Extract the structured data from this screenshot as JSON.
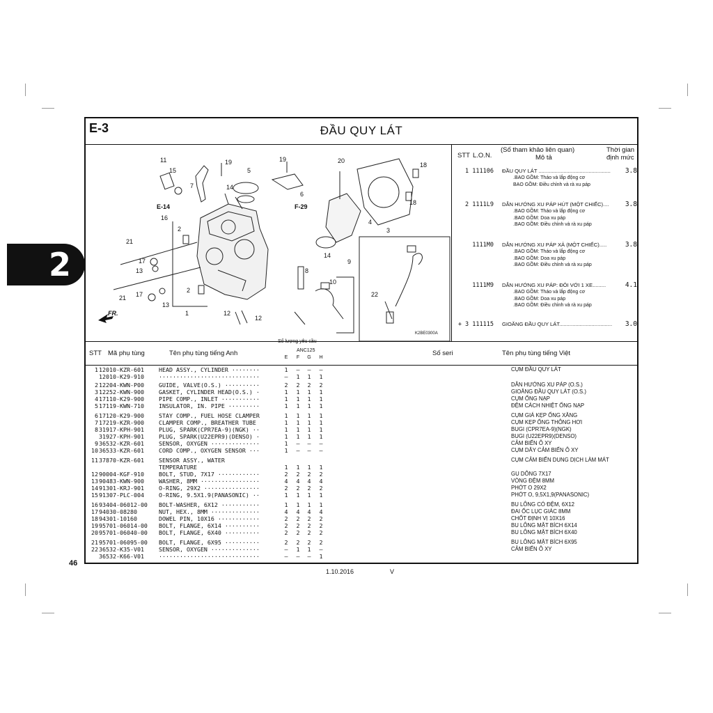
{
  "header": {
    "code": "E-3",
    "title": "ĐẦU QUY LÁT"
  },
  "page": {
    "number": "46",
    "side_tab": "2",
    "date": "1.10.2016",
    "version": "V"
  },
  "diagram": {
    "labels": [
      "1",
      "2",
      "3",
      "4",
      "5",
      "6",
      "7",
      "8",
      "9",
      "10",
      "11",
      "12",
      "13",
      "14",
      "15",
      "16",
      "17",
      "18",
      "19",
      "20",
      "21",
      "22"
    ],
    "refs": {
      "e14": "E-14",
      "f29": "F-29",
      "fr": "FR.",
      "code": "K2BE0300A"
    }
  },
  "reference": {
    "col_stt": "STT",
    "col_lon": "L.O.N.",
    "col_desc_1": "(Số tham khảo liên quan)",
    "col_desc_2": "Mô tả",
    "col_time_1": "Thời gian",
    "col_time_2": "định mức",
    "entries": [
      {
        "stt": "1 111106",
        "desc": "ĐẦU QUY LÁT .................................................",
        "time": "3.8",
        "subs": [
          ".BAO GỒM: Tháo và lắp động cơ",
          "BAO GỒM: Điều chỉnh và rà xu páp"
        ]
      },
      {
        "stt": "2 1111L9",
        "desc": "DẪN HƯỚNG XU PÁP HÚT (MỘT CHIẾC)....",
        "time": "3.8",
        "subs": [
          ".BAO GỒM: Tháo và lắp động cơ",
          ".BAO GỒM: Doa xu páp",
          ".BAO GỒM: Điều chỉnh và rà xu páp"
        ]
      },
      {
        "stt": "1111M0",
        "desc": "DẪN HƯỚNG XU PÁP XẢ (MỘT CHIẾC).....",
        "time": "3.8",
        "subs": [
          ".BAO GỒM: Tháo và lắp động cơ",
          ".BAO GỒM: Doa xu páp",
          ".BAO GỒM: Điều chỉnh và rà xu páp"
        ]
      },
      {
        "stt": "1111M9",
        "desc": "DẪN HƯỚNG XU PÁP: ĐÔI VỚI 1 XE.........",
        "time": "4.1",
        "subs": [
          ".BAO GỒM: Tháo và lắp động cơ",
          ".BAO GỒM: Doa xu páp",
          ".BAO GỒM: Điều chỉnh và rà xu páp"
        ]
      },
      {
        "stt": "+ 3 111115",
        "desc": "GIOĂNG ĐẦU QUY LÁT....................................",
        "time": "3.0",
        "subs": []
      }
    ]
  },
  "table": {
    "col_stt": "STT",
    "col_part": "Mã phụ tùng",
    "col_en": "Tên phụ tùng tiếng Anh",
    "qty_title": "Số lượng yêu cầu",
    "model": "ANC125",
    "qty_cols": [
      "E",
      "F",
      "G",
      "H"
    ],
    "col_serial": "Số seri",
    "col_vn": "Tên phụ tùng tiếng Việt",
    "rows": [
      {
        "stt": "1",
        "pn": "12010-KZR-601",
        "en": "HEAD ASSY., CYLINDER ········",
        "q": [
          "1",
          "–",
          "–",
          "–"
        ],
        "vn": "CỤM ĐẦU QUY LÁT"
      },
      {
        "stt": "",
        "pn": "12010-K29-910",
        "en": "·····························",
        "q": [
          "–",
          "1",
          "1",
          "1"
        ],
        "vn": ""
      },
      {
        "stt": "2",
        "pn": "12204-KWN-P00",
        "en": "GUIDE, VALVE(O.S.) ··········",
        "q": [
          "2",
          "2",
          "2",
          "2"
        ],
        "vn": "DẪN HƯỚNG XU PÁP (O.S.)"
      },
      {
        "stt": "3",
        "pn": "12252-KWN-900",
        "en": "GASKET, CYLINDER HEAD(O.S.) ·",
        "q": [
          "1",
          "1",
          "1",
          "1"
        ],
        "vn": "GIOĂNG ĐẦU QUY LÁT (O.S.)"
      },
      {
        "stt": "4",
        "pn": "17110-K29-900",
        "en": "PIPE COMP., INLET ···········",
        "q": [
          "1",
          "1",
          "1",
          "1"
        ],
        "vn": "CỤM ỐNG NẠP"
      },
      {
        "stt": "5",
        "pn": "17119-KWN-710",
        "en": "INSULATOR, IN. PIPE ·········",
        "q": [
          "1",
          "1",
          "1",
          "1"
        ],
        "vn": "ĐỆM CÁCH NHIỆT ỐNG NẠP"
      },
      {
        "stt": "6",
        "pn": "17120-K29-900",
        "en": "STAY COMP., FUEL HOSE CLAMPER",
        "q": [
          "1",
          "1",
          "1",
          "1"
        ],
        "vn": "CỤM GIÁ KẸP ỐNG XĂNG"
      },
      {
        "stt": "7",
        "pn": "17219-KZR-900",
        "en": "CLAMPER COMP., BREATHER TUBE",
        "q": [
          "1",
          "1",
          "1",
          "1"
        ],
        "vn": "CỤM KẸP ỐNG THÔNG HƠI"
      },
      {
        "stt": "8",
        "pn": "31917-KPH-901",
        "en": "PLUG, SPARK(CPR7EA-9)(NGK) ··",
        "q": [
          "1",
          "1",
          "1",
          "1"
        ],
        "vn": "BUGI (CPR7EA-9)(NGK)"
      },
      {
        "stt": "",
        "pn": "31927-KPH-901",
        "en": "PLUG, SPARK(U22EPR9)(DENSO) ·",
        "q": [
          "1",
          "1",
          "1",
          "1"
        ],
        "vn": "BUGI (U22EPR9)(DENSO)"
      },
      {
        "stt": "9",
        "pn": "36532-KZR-601",
        "en": "SENSOR, OXYGEN ··············",
        "q": [
          "1",
          "–",
          "–",
          "–"
        ],
        "vn": "CẢM BIẾN Ô XY"
      },
      {
        "stt": "10",
        "pn": "36533-KZR-601",
        "en": "CORD COMP., OXYGEN SENSOR ···",
        "q": [
          "1",
          "–",
          "–",
          "–"
        ],
        "vn": "CỤM DÂY CẢM BIẾN Ô XY"
      },
      {
        "stt": "11",
        "pn": "37870-KZR-601",
        "en": "SENSOR ASSY., WATER",
        "q": [
          "",
          "",
          "",
          ""
        ],
        "vn": "CỤM CẢM BIẾN DUNG DỊCH LÀM MÁT"
      },
      {
        "stt": "",
        "pn": "",
        "en": "                    TEMPERATURE",
        "q": [
          "1",
          "1",
          "1",
          "1"
        ],
        "vn": ""
      },
      {
        "stt": "12",
        "pn": "90004-KGF-910",
        "en": "BOLT, STUD, 7X17 ············",
        "q": [
          "2",
          "2",
          "2",
          "2"
        ],
        "vn": "GU DÔNG 7X17"
      },
      {
        "stt": "13",
        "pn": "90483-KWN-900",
        "en": "WASHER, 8MM ·················",
        "q": [
          "4",
          "4",
          "4",
          "4"
        ],
        "vn": "VÒNG ĐỆM 8MM"
      },
      {
        "stt": "14",
        "pn": "91301-KRJ-901",
        "en": "O-RING, 29X2 ················",
        "q": [
          "2",
          "2",
          "2",
          "2"
        ],
        "vn": "PHỚT O 29X2"
      },
      {
        "stt": "15",
        "pn": "91307-PLC-004",
        "en": "O-RING, 9.5X1.9(PANASONIC) ··",
        "q": [
          "1",
          "1",
          "1",
          "1"
        ],
        "vn": "PHỚT O, 9,5X1,9(PANASONIC)"
      },
      {
        "stt": "16",
        "pn": "93404-06012-00",
        "en": "BOLT-WASHER, 6X12 ···········",
        "q": [
          "1",
          "1",
          "1",
          "1"
        ],
        "vn": "BU LÔNG CÓ ĐỆM, 6X12"
      },
      {
        "stt": "17",
        "pn": "94030-08280",
        "en": "NUT, HEX., 8MM ··············",
        "q": [
          "4",
          "4",
          "4",
          "4"
        ],
        "vn": "ĐAI ỐC LỤC GIÁC 8MM"
      },
      {
        "stt": "18",
        "pn": "94301-10160",
        "en": "DOWEL PIN, 10X16 ············",
        "q": [
          "2",
          "2",
          "2",
          "2"
        ],
        "vn": "CHỐT ĐỊNH VỊ 10X16"
      },
      {
        "stt": "19",
        "pn": "95701-06014-00",
        "en": "BOLT, FLANGE, 6X14 ··········",
        "q": [
          "2",
          "2",
          "2",
          "2"
        ],
        "vn": "BU LÔNG MẶT BÍCH 6X14"
      },
      {
        "stt": "20",
        "pn": "95701-06040-00",
        "en": "BOLT, FLANGE, 6X40 ··········",
        "q": [
          "2",
          "2",
          "2",
          "2"
        ],
        "vn": "BU LÔNG MẶT BÍCH 6X40"
      },
      {
        "stt": "21",
        "pn": "95701-06095-00",
        "en": "BOLT, FLANGE, 6X95 ··········",
        "q": [
          "2",
          "2",
          "2",
          "2"
        ],
        "vn": "BU LÔNG MẶT BÍCH 6X95"
      },
      {
        "stt": "22",
        "pn": "36532-K35-V01",
        "en": "SENSOR, OXYGEN ··············",
        "q": [
          "–",
          "1",
          "1",
          "–"
        ],
        "vn": "CẢM BIẾN Ô XY"
      },
      {
        "stt": "",
        "pn": "36532-K66-V01",
        "en": "·····························",
        "q": [
          "–",
          "–",
          "–",
          "1"
        ],
        "vn": ""
      }
    ]
  }
}
